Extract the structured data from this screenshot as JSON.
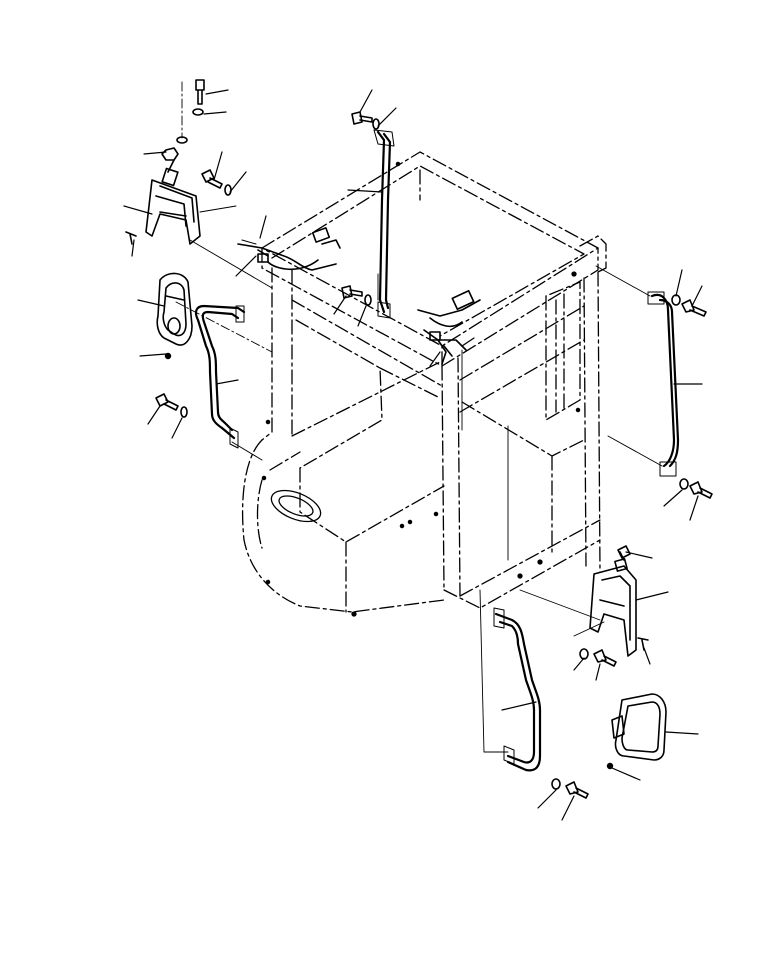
{
  "figure": {
    "background_color": "#ffffff",
    "line_color": "#000000",
    "parts": [
      {
        "name": "cab-frame",
        "icon": "cab-outline"
      },
      {
        "name": "left-mirror",
        "icon": "mirror"
      },
      {
        "name": "right-mirror",
        "icon": "mirror"
      },
      {
        "name": "left-mirror-bracket",
        "icon": "bracket"
      },
      {
        "name": "right-mirror-bracket",
        "icon": "bracket"
      },
      {
        "name": "left-mirror-arm",
        "icon": "mirror-arm"
      },
      {
        "name": "right-mirror-arm",
        "icon": "mirror-arm"
      },
      {
        "name": "front-left-handrail",
        "icon": "handrail"
      },
      {
        "name": "right-handrail",
        "icon": "handrail"
      },
      {
        "name": "wiring-harness",
        "icon": "harness"
      },
      {
        "name": "bolts",
        "icon": "bolt"
      },
      {
        "name": "washers",
        "icon": "washer"
      },
      {
        "name": "nuts",
        "icon": "nut"
      }
    ]
  }
}
